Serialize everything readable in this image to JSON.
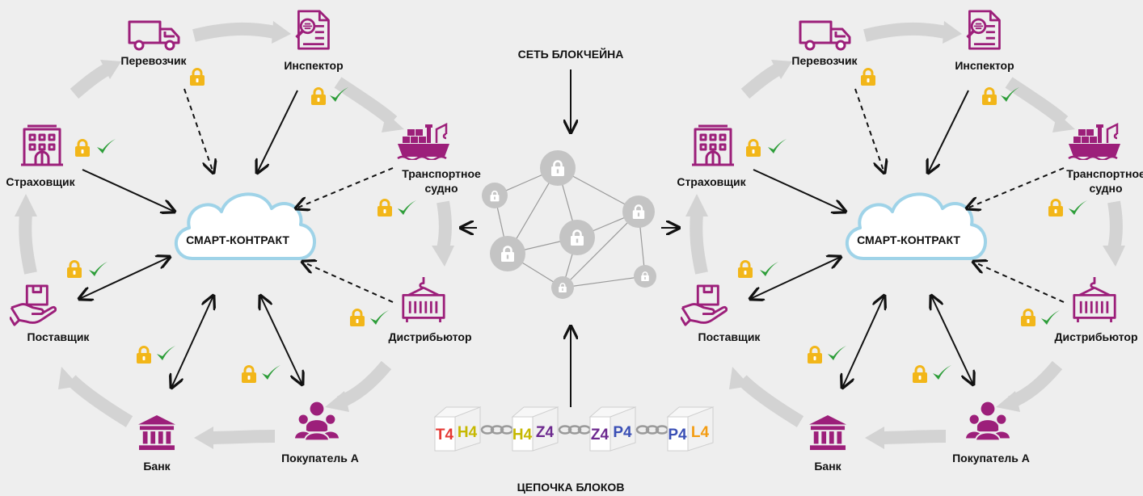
{
  "network_title": "СЕТЬ БЛОКЧЕЙНА",
  "chain_title": "ЦЕПОЧКА БЛОКОВ",
  "smart_contract_label": "СМАРТ-КОНТРАКТ",
  "participants": {
    "carrier": "Перевозчик",
    "inspector": "Инспектор",
    "vessel_line1": "Транспортное",
    "vessel_line2": "судно",
    "distributor": "Дистрибьютор",
    "buyer": "Покупатель А",
    "bank": "Банк",
    "supplier": "Поставщик",
    "insurer": "Страховщик"
  },
  "blocks": [
    {
      "a": "T4",
      "b": "H4",
      "a_color": "#e53935",
      "b_color": "#c6b800"
    },
    {
      "a": "H4",
      "b": "Z4",
      "a_color": "#c6b800",
      "b_color": "#6d2a8f"
    },
    {
      "a": "Z4",
      "b": "P4",
      "a_color": "#6d2a8f",
      "b_color": "#3a4fb5"
    },
    {
      "a": "P4",
      "b": "L4",
      "a_color": "#3a4fb5",
      "b_color": "#f39c12"
    }
  ],
  "colors": {
    "icon": "#9c1f7a",
    "cloud": "#9fd3e8",
    "lock": "#f2b619",
    "check": "#2e9e3a",
    "cycle_arrow": "#d3d3d3",
    "node": "#c4c4c4"
  }
}
